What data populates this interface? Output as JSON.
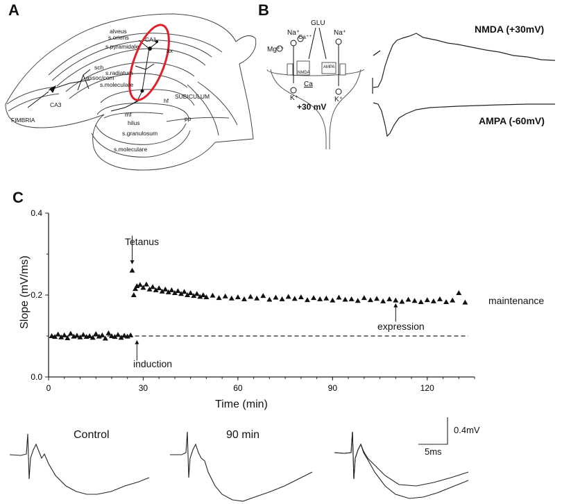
{
  "panels": {
    "a": "A",
    "b": "B",
    "c": "C"
  },
  "hippocampus": {
    "labels": {
      "alveus": "alveus",
      "oriens": "s.oriens",
      "pyramidale": "s.pyramidale",
      "ca1": "CA1",
      "ax": "ax",
      "sch": "sch",
      "radiatum": "s.radiatum",
      "assoc": "assoc/com",
      "moleculare_top": "s.moleculare",
      "ca3": "CA3",
      "fimbria": "FIMBRIA",
      "subiculum": "SUBICULUM",
      "hf": "hf",
      "mf": "mf",
      "hilus": "hilus",
      "granulosum": "s.granulosum",
      "pp": "pp",
      "moleculare_bottom": "s.moleculare"
    },
    "highlight_color": "#e0202a"
  },
  "synapse": {
    "glu": "GLU",
    "na_left": "Na⁺",
    "ca_top": "Ca⁺⁺",
    "mg": "Mg⁺⁺",
    "na_right": "Na⁺",
    "nmda": "NMDA",
    "ampa": "AMPA",
    "ca_bottom": "Ca",
    "k_left": "K⁺",
    "k_right": "K⁺",
    "voltage": "+30 mV",
    "trace_nmda": "NMDA (+30mV)",
    "trace_ampa": "AMPA (-60mV)"
  },
  "chart_data": {
    "type": "scatter",
    "xlabel": "Time (min)",
    "ylabel": "Slope (mV/ms)",
    "xlim": [
      0,
      135
    ],
    "ylim": [
      0,
      0.4
    ],
    "xticks": [
      0,
      30,
      60,
      90,
      120
    ],
    "yticks": [
      0.0,
      0.2,
      0.4
    ],
    "baseline": 0.1,
    "annotations": {
      "tetanus": "Tetanus",
      "induction": "induction",
      "expression": "expression",
      "maintenance": "maintenance"
    },
    "series": [
      {
        "x": [
          1,
          2,
          3,
          4,
          5,
          6,
          7,
          8,
          9,
          10,
          11,
          12,
          13,
          14,
          15,
          16,
          17,
          18,
          19,
          20,
          21,
          22,
          23,
          24,
          25,
          26
        ],
        "y": [
          0.1,
          0.098,
          0.104,
          0.097,
          0.102,
          0.095,
          0.106,
          0.099,
          0.101,
          0.097,
          0.103,
          0.098,
          0.1,
          0.096,
          0.105,
          0.099,
          0.102,
          0.094,
          0.107,
          0.1,
          0.098,
          0.103,
          0.096,
          0.101,
          0.099,
          0.102
        ]
      },
      {
        "x": [
          26.5,
          27,
          27.5,
          28,
          29,
          30,
          31,
          32,
          33,
          34,
          35,
          36,
          37,
          38,
          39,
          40,
          41,
          42,
          43,
          44,
          45,
          46,
          47,
          48,
          49,
          50,
          52,
          54,
          56,
          58,
          60,
          62,
          64,
          66,
          68,
          70,
          72,
          74,
          76,
          78,
          80,
          82,
          84,
          86,
          88,
          90,
          92,
          94,
          96,
          98,
          100,
          102,
          104,
          106,
          108,
          110,
          112,
          114,
          116,
          118,
          120,
          122,
          124,
          126,
          128,
          130,
          132
        ],
        "y": [
          0.26,
          0.2,
          0.215,
          0.222,
          0.225,
          0.218,
          0.226,
          0.214,
          0.22,
          0.212,
          0.217,
          0.209,
          0.214,
          0.207,
          0.212,
          0.205,
          0.21,
          0.203,
          0.208,
          0.2,
          0.205,
          0.198,
          0.203,
          0.196,
          0.2,
          0.195,
          0.199,
          0.193,
          0.197,
          0.192,
          0.195,
          0.19,
          0.196,
          0.192,
          0.198,
          0.189,
          0.194,
          0.19,
          0.196,
          0.191,
          0.195,
          0.188,
          0.193,
          0.19,
          0.192,
          0.187,
          0.194,
          0.189,
          0.19,
          0.186,
          0.193,
          0.188,
          0.191,
          0.185,
          0.19,
          0.187,
          0.184,
          0.189,
          0.186,
          0.183,
          0.188,
          0.185,
          0.19,
          0.183,
          0.187,
          0.205,
          0.182
        ]
      }
    ]
  },
  "traces": {
    "control": "Control",
    "min90": "90 min",
    "scale_v": "0.4mV",
    "scale_t": "5ms"
  }
}
